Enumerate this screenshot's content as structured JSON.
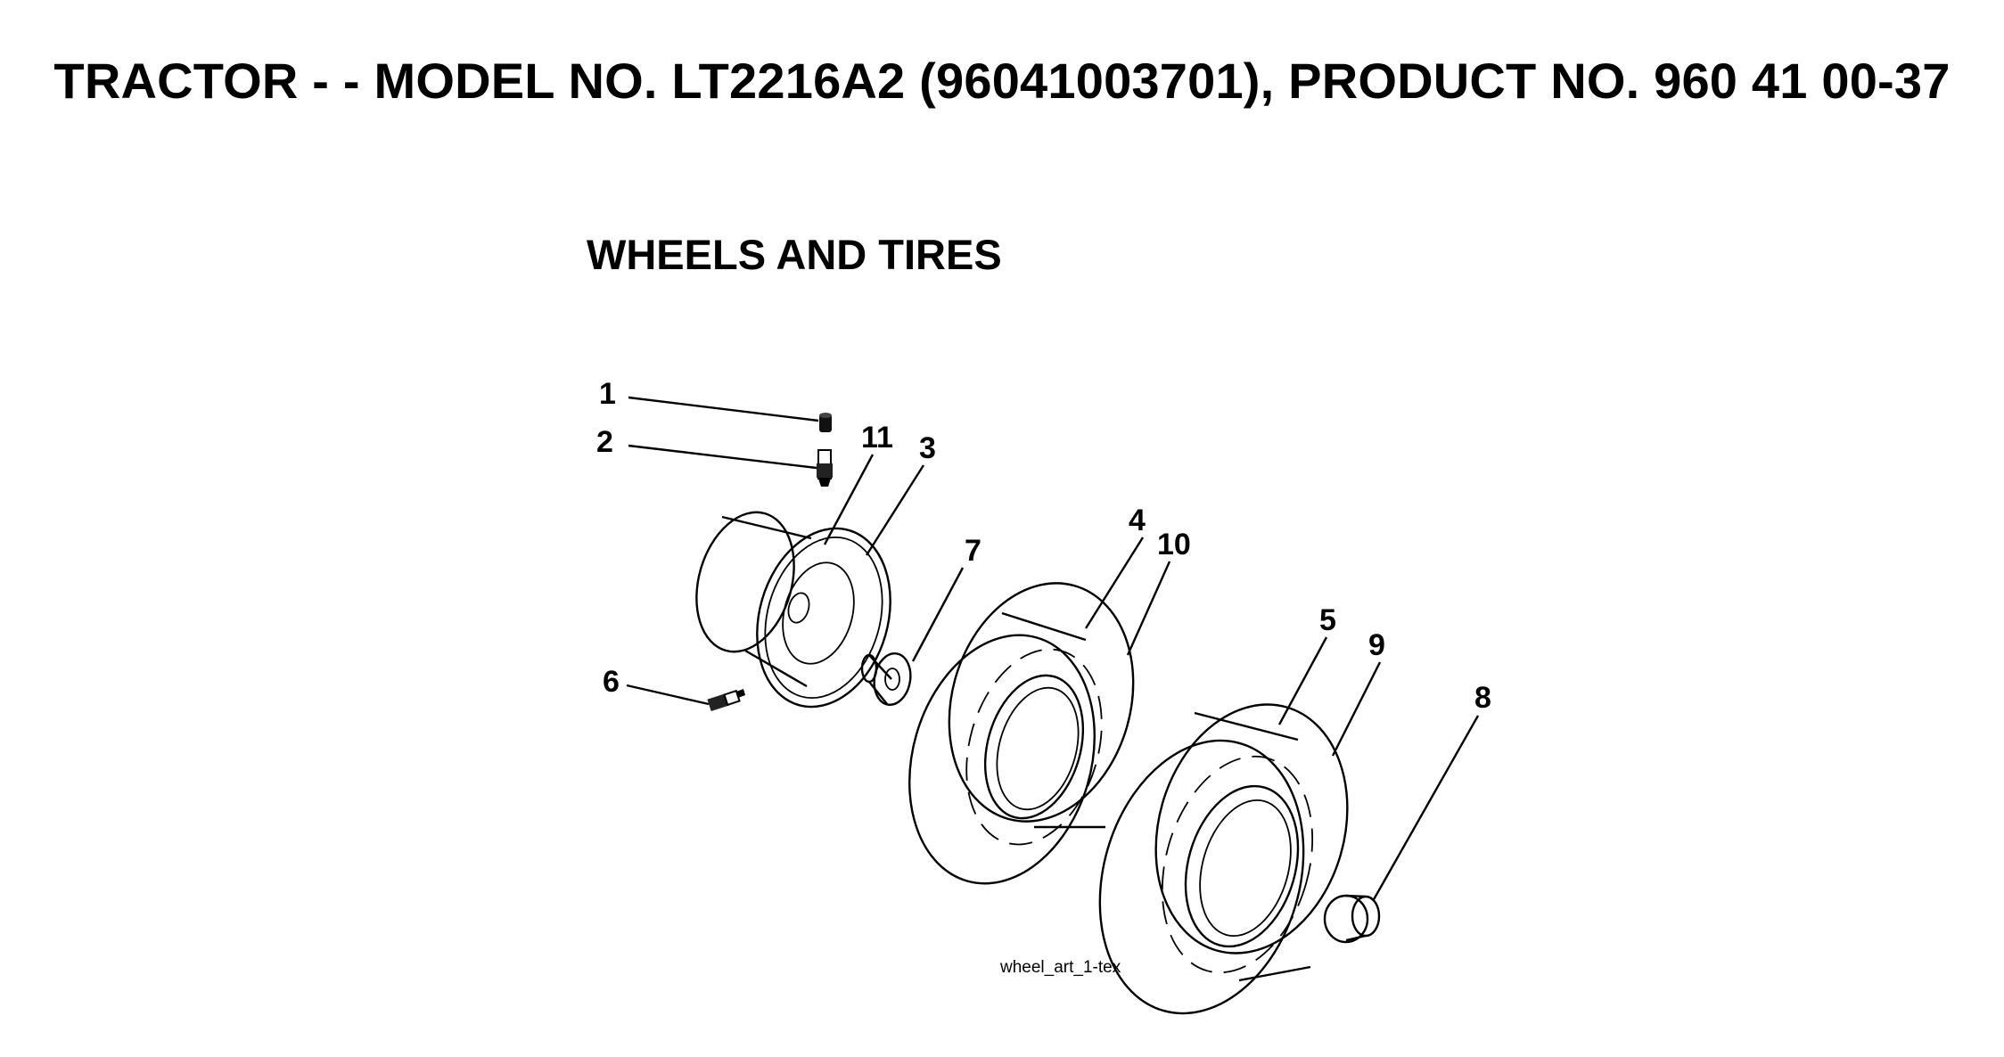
{
  "header": {
    "title": "TRACTOR - - MODEL NO. LT2216A2 (96041003701), PRODUCT NO. 960 41 00-37"
  },
  "section": {
    "title": "WHEELS AND TIRES"
  },
  "diagram": {
    "callouts": [
      "1",
      "2",
      "11",
      "3",
      "7",
      "4",
      "10",
      "5",
      "9",
      "6",
      "8"
    ],
    "art_label": "wheel_art_1-tex"
  },
  "colors": {
    "ink": "#000000",
    "paper": "#ffffff"
  }
}
